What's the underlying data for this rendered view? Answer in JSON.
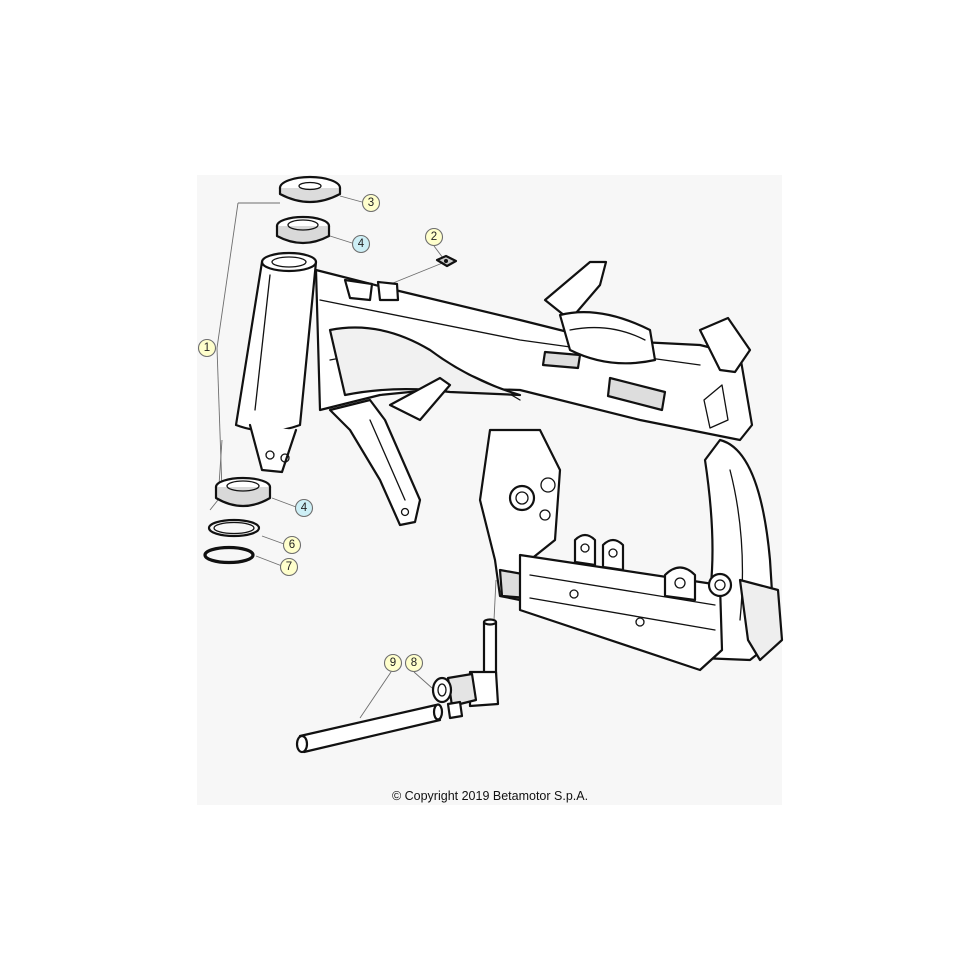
{
  "copyright": "© Copyright 2019 Betamotor S.p.A.",
  "colors": {
    "callout_plain": "#ffffcc",
    "callout_highlight": "#cdeff6",
    "line": "#111111",
    "background": "#f7f7f7"
  },
  "callouts": [
    {
      "id": "c1",
      "number": "1",
      "highlight": false
    },
    {
      "id": "c2",
      "number": "2",
      "highlight": false
    },
    {
      "id": "c3",
      "number": "3",
      "highlight": false
    },
    {
      "id": "c4a",
      "number": "4",
      "highlight": true
    },
    {
      "id": "c4b",
      "number": "4",
      "highlight": true
    },
    {
      "id": "c6",
      "number": "6",
      "highlight": false
    },
    {
      "id": "c7",
      "number": "7",
      "highlight": false
    },
    {
      "id": "c8",
      "number": "8",
      "highlight": false
    },
    {
      "id": "c9",
      "number": "9",
      "highlight": false
    }
  ]
}
